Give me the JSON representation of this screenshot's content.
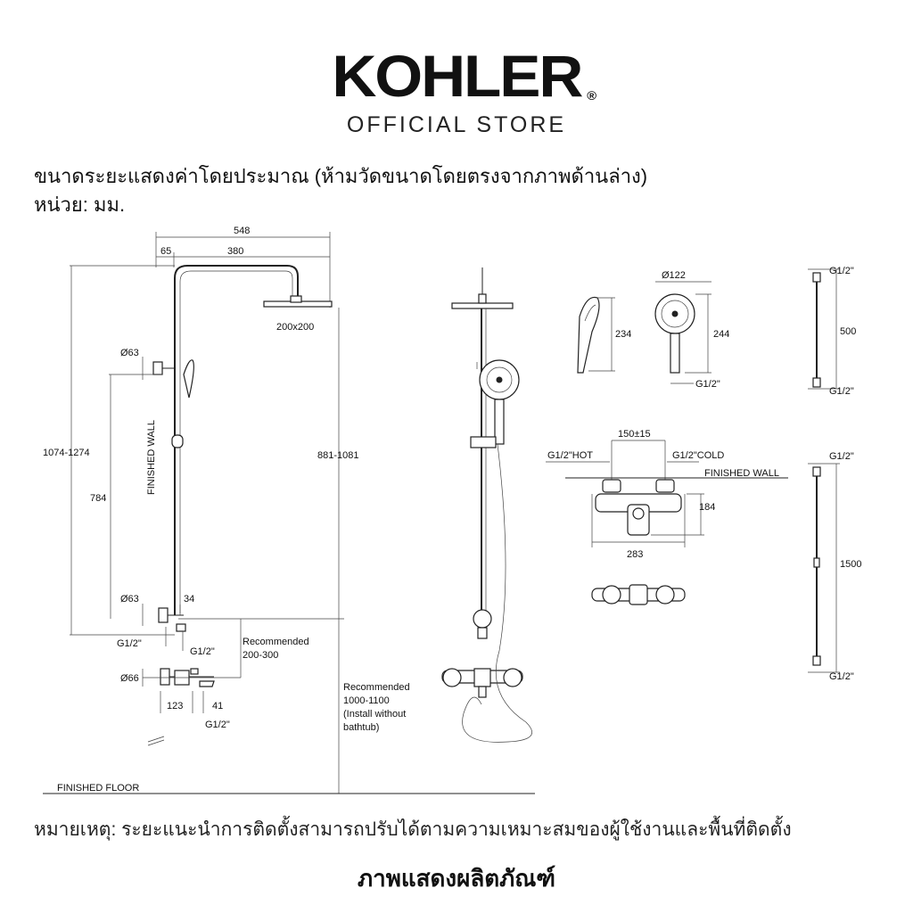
{
  "header": {
    "logo_text": "KOHLER",
    "logo_mark": "®",
    "store_label": "OFFICIAL STORE"
  },
  "notes": {
    "approx_text": "ขนาดระยะแสดงค่าโดยประมาณ (ห้ามวัดขนาดโดยตรงจากภาพด้านล่าง)",
    "unit_text": "หน่วย: มม.",
    "footnote": "หมายเหตุ: ระยะแนะนำการติดตั้งสามารถปรับได้ตามความเหมาะสมของผู้ใช้งานและพื้นที่ติดตั้ง",
    "caption": "ภาพแสดงผลิตภัณฑ์"
  },
  "side_view": {
    "dim_548": "548",
    "dim_65": "65",
    "dim_380": "380",
    "head_size": "200x200",
    "dim_phi63_top": "Ø63",
    "height_1074": "1074-1274",
    "dim_784": "784",
    "wall_label": "FINISHED WALL",
    "dim_881": "881-1081",
    "dim_phi63_bottom": "Ø63",
    "dim_34": "34",
    "g12_a": "G1/2\"",
    "g12_b": "G1/2\"",
    "recommended_label": "Recommended",
    "recommended_range": "200-300",
    "dim_phi66": "Ø66",
    "dim_123": "123",
    "dim_41": "41",
    "g12_c": "G1/2\"",
    "rec_floor_label": "Recommended",
    "rec_floor_range": "1000-1100",
    "rec_floor_note1": "(Install without",
    "rec_floor_note2": "bathtub)",
    "floor_label": "FINISHED FLOOR"
  },
  "hand_shower": {
    "dim_234": "234",
    "dim_phi122": "Ø122",
    "dim_244": "244",
    "g12": "G1/2\""
  },
  "hose_short": {
    "g12_top": "G1/2\"",
    "length": "500",
    "g12_bottom": "G1/2\""
  },
  "mixer": {
    "dim_150": "150±15",
    "hot_label": "G1/2\"HOT",
    "cold_label": "G1/2\"COLD",
    "wall_label": "FINISHED WALL",
    "dim_184": "184",
    "dim_283": "283"
  },
  "hose_long": {
    "g12_top": "G1/2\"",
    "length": "1500",
    "g12_bottom": "G1/2\""
  }
}
